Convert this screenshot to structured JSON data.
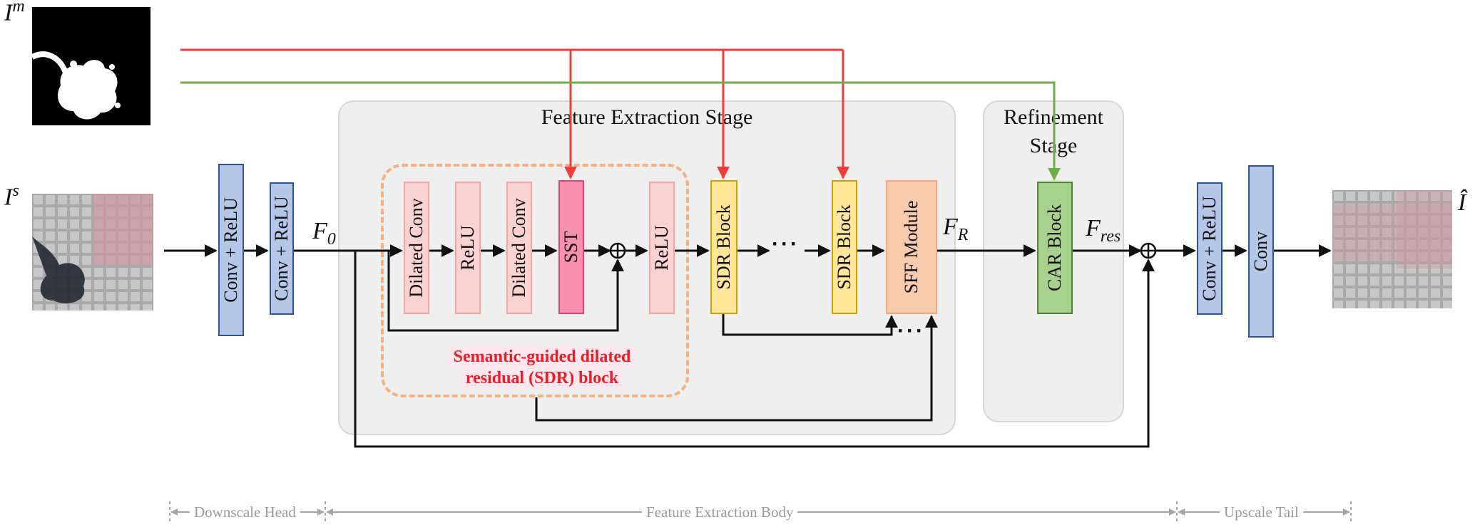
{
  "labels": {
    "mask_input": "I",
    "mask_input_sup": "m",
    "shadow_input": "I",
    "shadow_input_sup": "s",
    "output": "Î",
    "f0": "F",
    "f0_sub": "0",
    "fr": "F",
    "fr_sub": "R",
    "fres": "F",
    "fres_sub": "res"
  },
  "stages": {
    "feature_extraction": "Feature Extraction  Stage",
    "refinement_line1": "Refinement",
    "refinement_line2": "Stage"
  },
  "blocks": {
    "head_conv1": "Conv + ReLU",
    "head_conv2": "Conv + ReLU",
    "dilated_conv1": "Dilated Conv",
    "relu1": "ReLU",
    "dilated_conv2": "Dilated Conv",
    "sst": "SST",
    "relu2": "ReLU",
    "sdr_block1": "SDR Block",
    "sdr_block2": "SDR Block",
    "sff_module": "SFF Module",
    "car_block": "CAR Block",
    "tail_conv_relu": "Conv + ReLU",
    "tail_conv": "Conv"
  },
  "ellipsis": {
    "middle": "···",
    "lower": "···"
  },
  "sdr_caption": {
    "line1": "Semantic-guided dilated",
    "line2": "residual (SDR)  block"
  },
  "ranges": {
    "downscale_head": "Downscale Head",
    "feature_extraction_body": "Feature Extraction Body",
    "upscale_tail": "Upscale Tail"
  },
  "colors": {
    "mask_line": "#ee3b3b",
    "mask_line_green": "#70ad47",
    "sdr_dashed_border": "#f4b183",
    "range_gray": "#a6a6a6"
  }
}
